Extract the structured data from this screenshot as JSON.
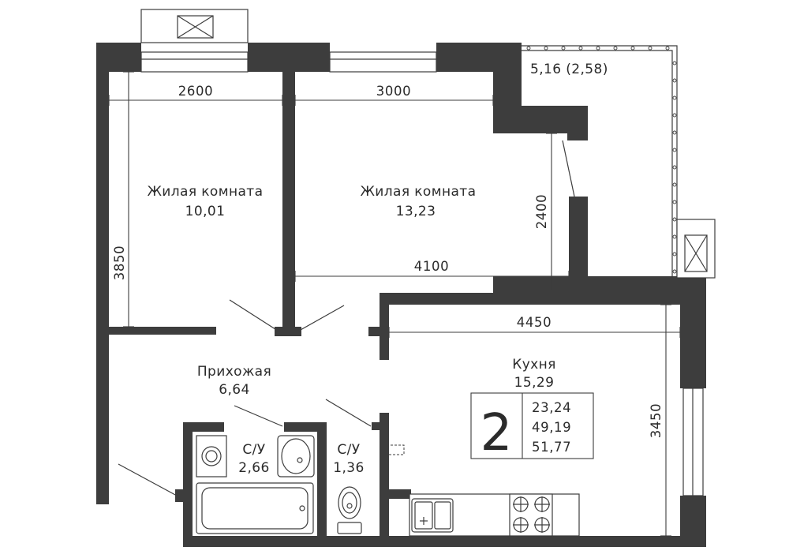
{
  "rooms": {
    "room1": {
      "name": "Жилая комната",
      "area": "10,01"
    },
    "room2": {
      "name": "Жилая комната",
      "area": "13,23"
    },
    "hall": {
      "name": "Прихожая",
      "area": "6,64"
    },
    "kitchen": {
      "name": "Кухня",
      "area": "15,29"
    },
    "bath1": {
      "name": "С/У",
      "area": "2,66"
    },
    "bath2": {
      "name": "С/У",
      "area": "1,36"
    },
    "balcony": {
      "area": "5,16 (2,58)"
    }
  },
  "dimensions": {
    "room1_width": "2600",
    "room2_width": "3000",
    "room1_depth": "3850",
    "room2_depth": "2400",
    "room2_inner": "4100",
    "kitchen_width": "4450",
    "kitchen_depth": "3450"
  },
  "summary": {
    "rooms_count": "2",
    "living_area": "23,24",
    "useful_area": "49,19",
    "total_area": "51,77"
  },
  "colors": {
    "wall": "#3d3d3d",
    "text": "#2b2b2b"
  }
}
